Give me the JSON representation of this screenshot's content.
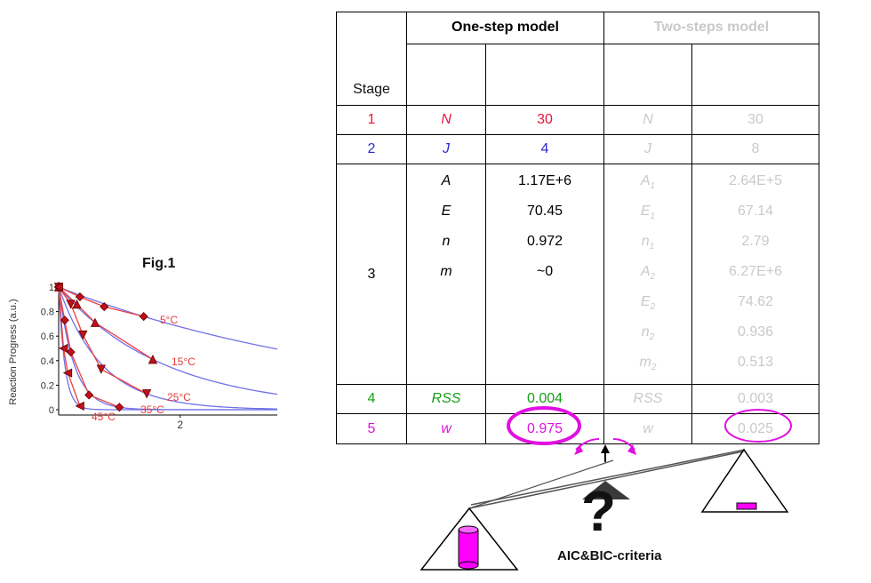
{
  "figure": {
    "label": "Fig.1",
    "ylabel": "Reaction Progress (a.u.)",
    "series_labels": [
      "5°C",
      "15°C",
      "25°C",
      "35°C",
      "45°C"
    ]
  },
  "chart_data": {
    "type": "line",
    "ylabel": "Reaction Progress (a.u.)",
    "xlabel": "",
    "xticks": [
      "2"
    ],
    "yticks": [
      "0",
      "0.2",
      "0.4",
      "0.6",
      "0.8",
      "1"
    ],
    "ylim": [
      0,
      1
    ],
    "xlim": [
      0,
      3.6
    ],
    "series": [
      {
        "name": "5°C",
        "marker": "diamond",
        "x": [
          0,
          0.35,
          0.75,
          1.4
        ],
        "y": [
          1,
          0.92,
          0.84,
          0.76
        ]
      },
      {
        "name": "15°C",
        "marker": "triangle-up",
        "x": [
          0,
          0.3,
          0.6,
          1.55
        ],
        "y": [
          1,
          0.86,
          0.71,
          0.41
        ]
      },
      {
        "name": "25°C",
        "marker": "triangle-down",
        "x": [
          0,
          0.2,
          0.4,
          0.7,
          1.45
        ],
        "y": [
          1,
          0.86,
          0.61,
          0.33,
          0.13
        ]
      },
      {
        "name": "35°C",
        "marker": "diamond",
        "x": [
          0,
          0.1,
          0.2,
          0.5,
          1.0
        ],
        "y": [
          1,
          0.73,
          0.47,
          0.12,
          0.02
        ]
      },
      {
        "name": "45°C",
        "marker": "triangle-left",
        "x": [
          0,
          0.08,
          0.15,
          0.35
        ],
        "y": [
          1,
          0.5,
          0.3,
          0.03
        ]
      }
    ]
  },
  "table": {
    "headers": {
      "stage": "Stage",
      "one_step": "One-step model",
      "two_steps": "Two-steps model"
    },
    "rows": {
      "r1": {
        "stage": "1",
        "p1": "N",
        "v1": "30",
        "p2": "N",
        "v2": "30"
      },
      "r2": {
        "stage": "2",
        "p1": "J",
        "v1": "4",
        "p2": "J",
        "v2": "8"
      },
      "r3": {
        "stage": "3",
        "one_params": [
          "A",
          "E",
          "n",
          "m"
        ],
        "one_values": [
          "1.17E+6",
          "70.45",
          "0.972",
          "~0"
        ],
        "two_params": [
          {
            "base": "A",
            "sub": "1"
          },
          {
            "base": "E",
            "sub": "1"
          },
          {
            "base": "n",
            "sub": "1"
          },
          {
            "base": "A",
            "sub": "2"
          },
          {
            "base": "E",
            "sub": "2"
          },
          {
            "base": "n",
            "sub": "2"
          },
          {
            "base": "m",
            "sub": "2"
          }
        ],
        "two_values": [
          "2.64E+5",
          "67.14",
          "2.79",
          "6.27E+6",
          "74.62",
          "0.936",
          "0.513"
        ]
      },
      "r4": {
        "stage": "4",
        "p1": "RSS",
        "v1": "0.004",
        "p2": "RSS",
        "v2": "0.003"
      },
      "r5": {
        "stage": "5",
        "p1": "w",
        "v1": "0.975",
        "p2": "w",
        "v2": "0.025"
      }
    }
  },
  "balance": {
    "criteria_label": "AIC&BIC-criteria",
    "question": "?",
    "colors": {
      "accent": "#e010e0",
      "dark": "#3a3a3a"
    }
  }
}
